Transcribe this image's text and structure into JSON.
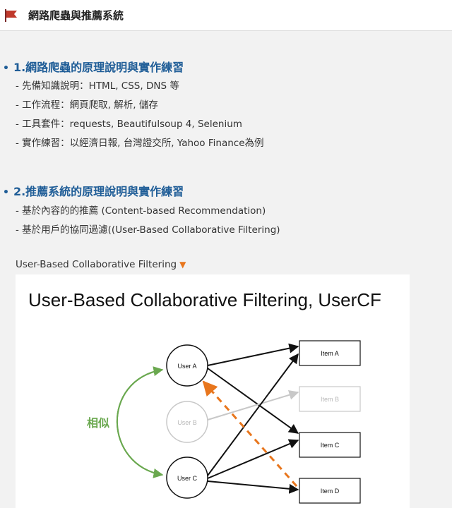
{
  "header": {
    "title": "網路爬蟲與推薦系統",
    "icon": "flag-icon"
  },
  "sections": [
    {
      "heading": "1.網路爬蟲的原理說明與實作練習",
      "items": [
        "- 先備知識說明：HTML, CSS, DNS 等",
        "- 工作流程：網頁爬取, 解析, 儲存",
        "- 工具套件：requests, Beautifulsoup 4, Selenium",
        "- 實作練習：以經濟日報, 台灣證交所, Yahoo Finance為例"
      ]
    },
    {
      "heading": "2.推薦系統的原理說明與實作練習",
      "items": [
        "- 基於內容的的推薦 (Content-based Recommendation)",
        "- 基於用戶的協同過濾((User-Based Collaborative Filtering)"
      ]
    }
  ],
  "toggle": {
    "label": "User-Based Collaborative Filtering",
    "icon": "caret-down-icon"
  },
  "diagram": {
    "title": "User-Based Collaborative Filtering, UserCF",
    "users": [
      "User A",
      "User B",
      "User C"
    ],
    "items": [
      "Item A",
      "Item B",
      "Item C",
      "Item D"
    ],
    "similar_label": "相似",
    "colors": {
      "accent": "#1f5d97",
      "similar": "#6aa84f",
      "recommend": "#e8761d",
      "faded": "#c8c8c8"
    }
  }
}
